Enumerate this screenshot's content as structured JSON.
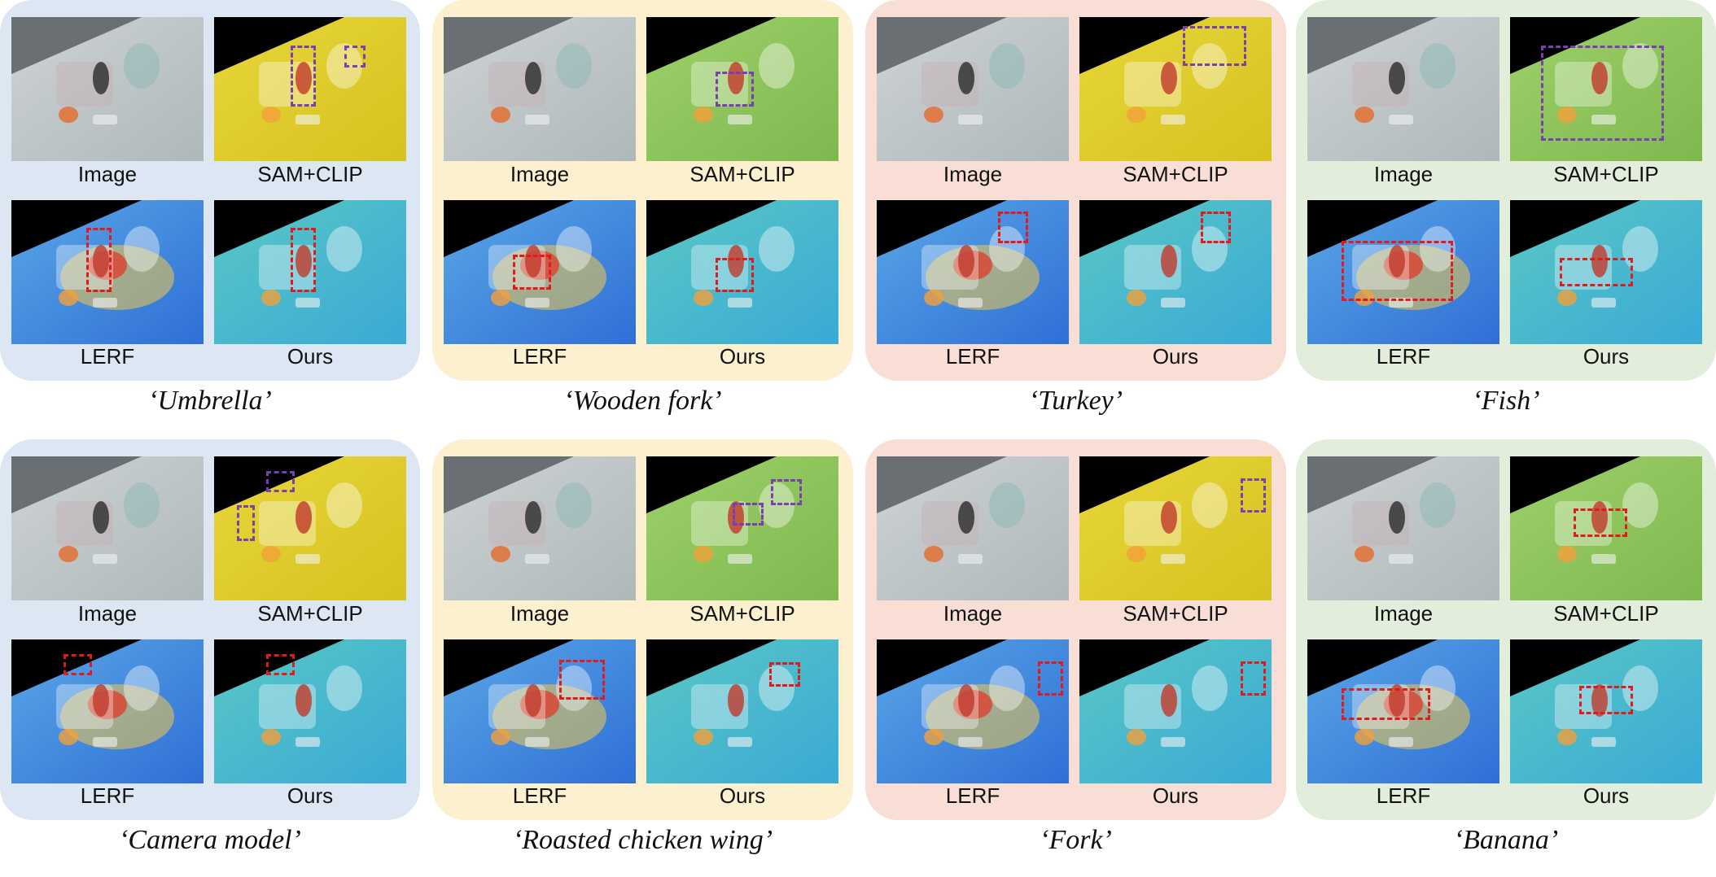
{
  "figure": {
    "colors": {
      "blue": "#dde7f3",
      "yellow": "#fdf0cf",
      "salmon": "#f8ded4",
      "green": "#e2eedb",
      "red_box": "#e01b1b",
      "purple_box": "#7a3fb0"
    },
    "panels": [
      {
        "caption": "‘Umbrella’",
        "labels": [
          "Image",
          "SAM+CLIP",
          "LERF",
          "Ours"
        ]
      },
      {
        "caption": "‘Wooden fork’",
        "labels": [
          "Image",
          "SAM+CLIP",
          "LERF",
          "Ours"
        ]
      },
      {
        "caption": "‘Turkey’",
        "labels": [
          "Image",
          "SAM+CLIP",
          "LERF",
          "Ours"
        ]
      },
      {
        "caption": "‘Fish’",
        "labels": [
          "Image",
          "SAM+CLIP",
          "LERF",
          "Ours"
        ]
      },
      {
        "caption": "‘Camera model’",
        "labels": [
          "Image",
          "SAM+CLIP",
          "LERF",
          "Ours"
        ]
      },
      {
        "caption": "‘Roasted chicken wing’",
        "labels": [
          "Image",
          "SAM+CLIP",
          "LERF",
          "Ours"
        ]
      },
      {
        "caption": "‘Fork’",
        "labels": [
          "Image",
          "SAM+CLIP",
          "LERF",
          "Ours"
        ]
      },
      {
        "caption": "‘Banana’",
        "labels": [
          "Image",
          "SAM+CLIP",
          "LERF",
          "Ours"
        ]
      }
    ]
  }
}
